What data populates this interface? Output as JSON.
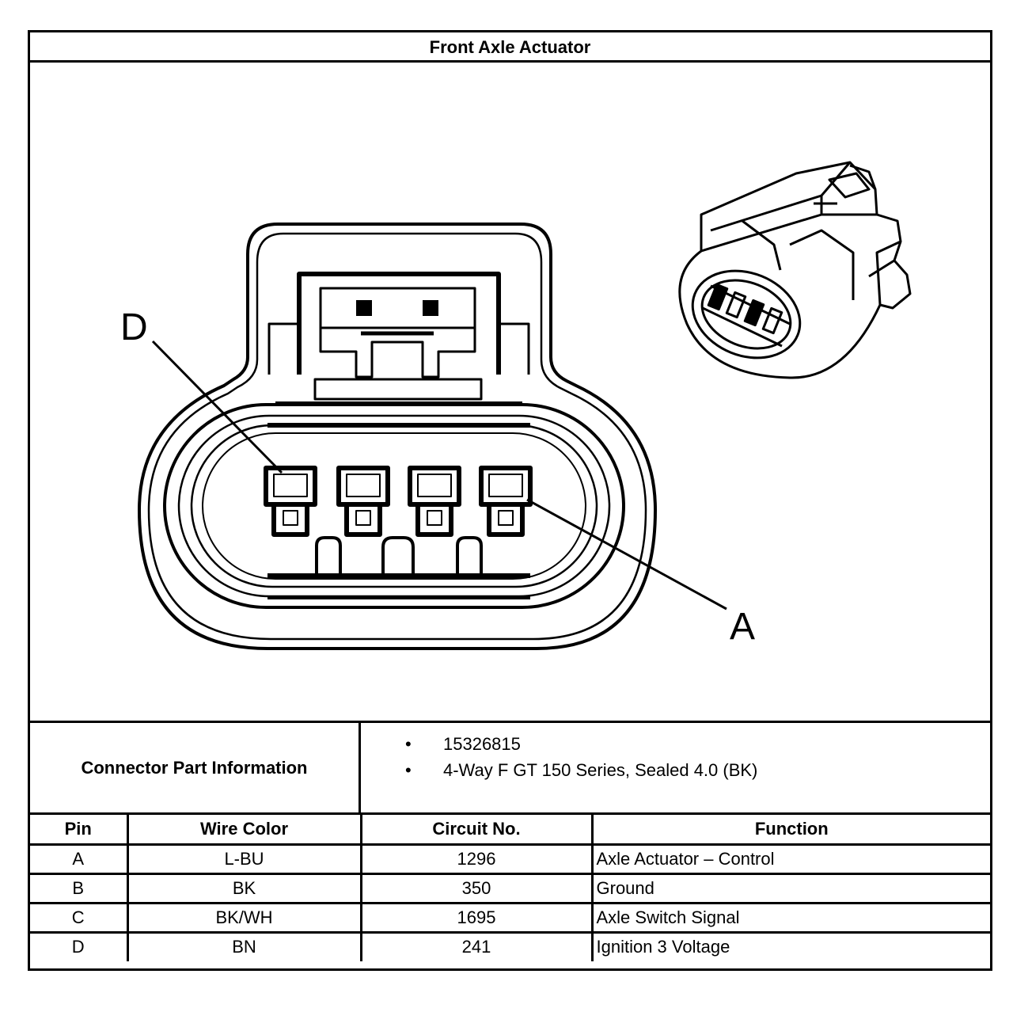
{
  "title": "Front Axle Actuator",
  "figure": {
    "callouts": {
      "left": "D",
      "right": "A"
    }
  },
  "connector_info": {
    "label": "Connector Part Information",
    "items": [
      "15326815",
      "4-Way F GT 150 Series, Sealed 4.0 (BK)"
    ],
    "bullet": "•"
  },
  "pin_table": {
    "headers": {
      "pin": "Pin",
      "wire_color": "Wire Color",
      "circuit": "Circuit No.",
      "function": "Function"
    },
    "rows": [
      {
        "pin": "A",
        "wire_color": "L-BU",
        "circuit": "1296",
        "function": "Axle Actuator – Control"
      },
      {
        "pin": "B",
        "wire_color": "BK",
        "circuit": "350",
        "function": "Ground"
      },
      {
        "pin": "C",
        "wire_color": "BK/WH",
        "circuit": "1695",
        "function": "Axle Switch Signal"
      },
      {
        "pin": "D",
        "wire_color": "BN",
        "circuit": "241",
        "function": "Ignition 3 Voltage"
      }
    ]
  }
}
